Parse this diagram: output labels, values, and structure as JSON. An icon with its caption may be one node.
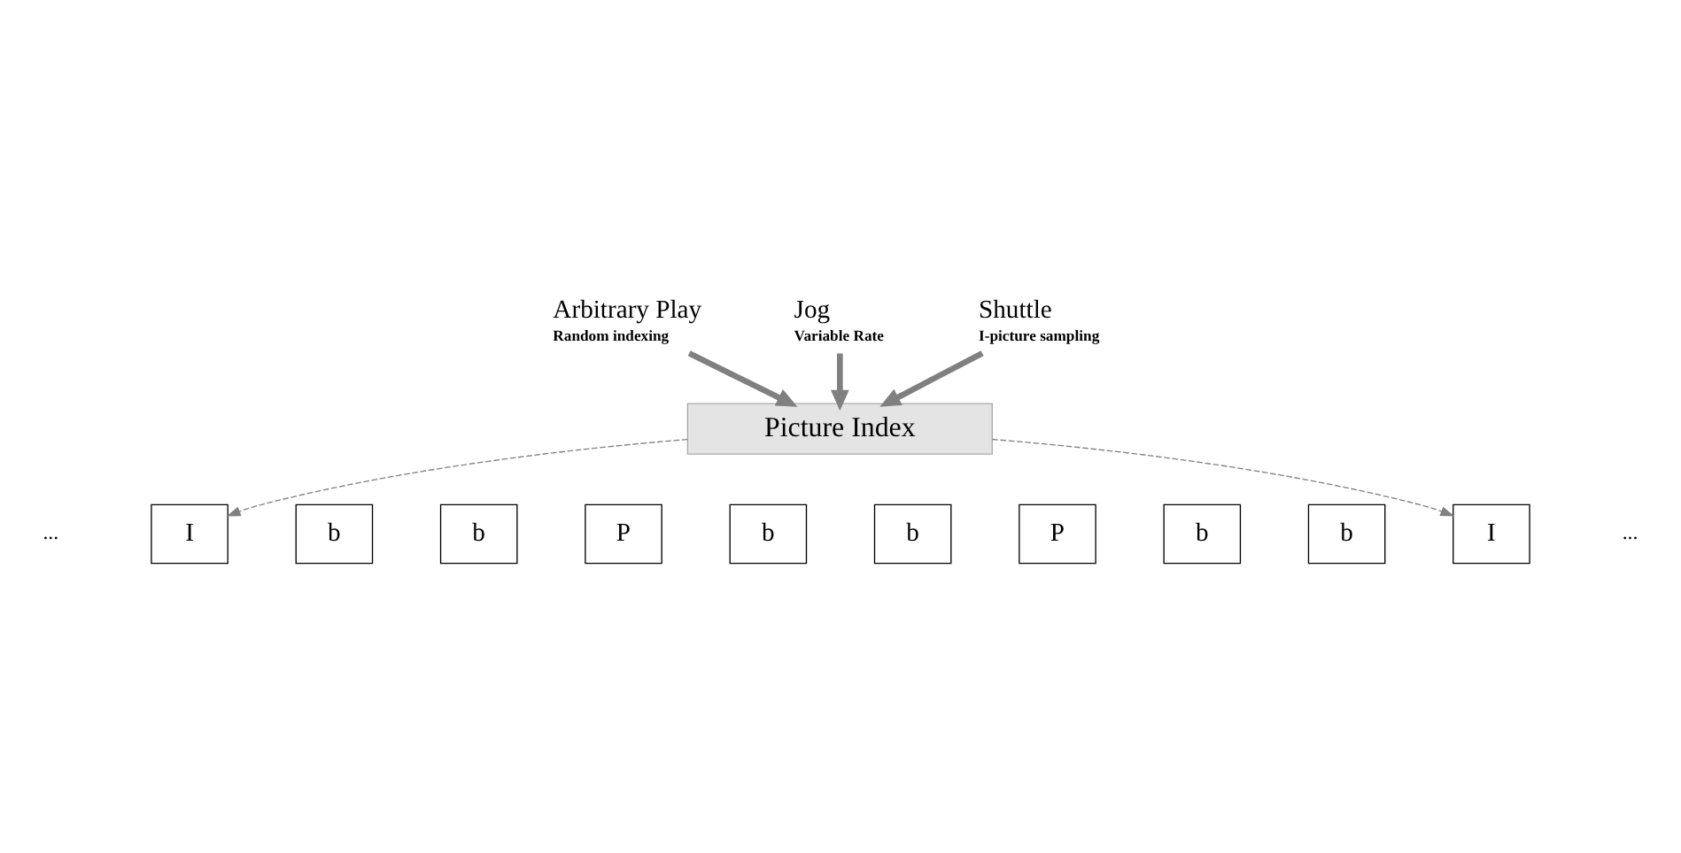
{
  "diagram": {
    "nodes": [
      {
        "text": [
          "Arbitrary Play",
          "Random indexing"
        ]
      },
      {
        "text": [
          "Jog",
          "Variable Rate"
        ]
      },
      {
        "text": [
          "Shuttle",
          "I-picture sampling"
        ]
      },
      {
        "text": [
          "Picture Index"
        ]
      },
      {
        "text": [
          "I"
        ]
      },
      {
        "text": [
          "b"
        ]
      },
      {
        "text": [
          "b"
        ]
      },
      {
        "text": [
          "P"
        ]
      },
      {
        "text": [
          "b"
        ]
      },
      {
        "text": [
          "b"
        ]
      },
      {
        "text": [
          "P"
        ]
      },
      {
        "text": [
          "b"
        ]
      },
      {
        "text": [
          "b"
        ]
      },
      {
        "text": [
          "I"
        ]
      }
    ],
    "edges": [
      {
        "from": 0,
        "to": 3,
        "arrow": "to"
      },
      {
        "from": 1,
        "to": 3,
        "arrow": "to"
      },
      {
        "from": 2,
        "to": 3,
        "arrow": "to"
      },
      {
        "from": 3,
        "to": 4,
        "arrow": "to",
        "style": "dashed"
      },
      {
        "from": 3,
        "to": 13,
        "arrow": "to",
        "style": "dashed"
      }
    ],
    "labels": [
      "...",
      "..."
    ]
  }
}
